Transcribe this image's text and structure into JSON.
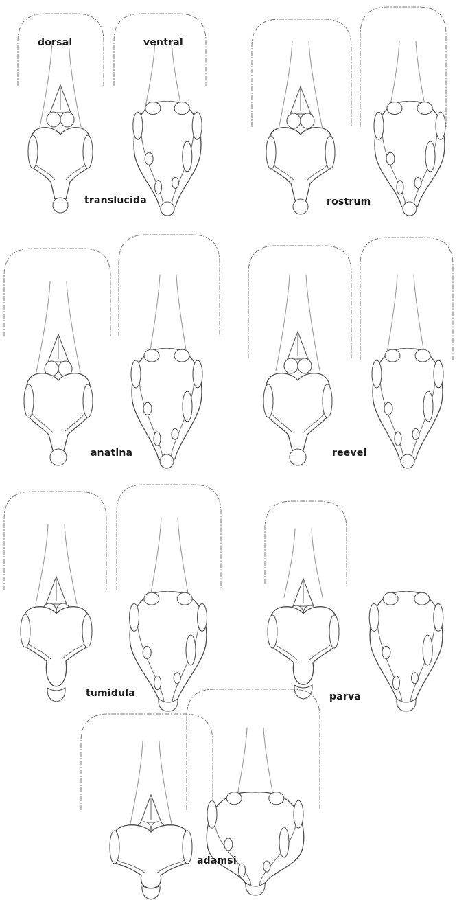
{
  "view_labels": {
    "dorsal": "dorsal",
    "ventral": "ventral"
  },
  "species": [
    {
      "name": "translucida"
    },
    {
      "name": "rostrum"
    },
    {
      "name": "anatina"
    },
    {
      "name": "reevei"
    },
    {
      "name": "tumidula"
    },
    {
      "name": "parva"
    },
    {
      "name": "adamsi"
    }
  ]
}
